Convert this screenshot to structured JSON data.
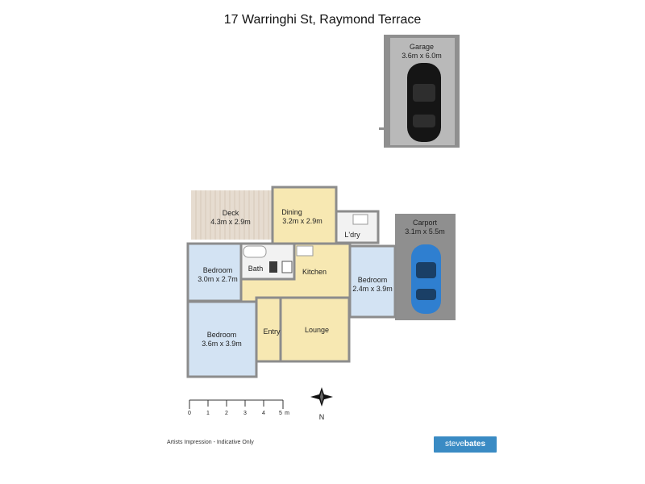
{
  "title": "17 Warringhi St, Raymond Terrace",
  "rooms": {
    "garage": {
      "name": "Garage",
      "size": "3.6m x 6.0m"
    },
    "deck": {
      "name": "Deck",
      "size": "4.3m x 2.9m"
    },
    "dining": {
      "name": "Dining",
      "size": "3.2m x 2.9m"
    },
    "laundry": {
      "name": "L'dry"
    },
    "carport": {
      "name": "Carport",
      "size": "3.1m x 5.5m"
    },
    "bedroom1": {
      "name": "Bedroom",
      "size": "3.0m x 2.7m"
    },
    "bath": {
      "name": "Bath"
    },
    "kitchen": {
      "name": "Kitchen"
    },
    "bedroom2": {
      "name": "Bedroom",
      "size": "2.4m x 3.9m"
    },
    "bedroom3": {
      "name": "Bedroom",
      "size": "3.6m x 3.9m"
    },
    "entry": {
      "name": "Entry"
    },
    "lounge": {
      "name": "Lounge"
    }
  },
  "scale": {
    "ticks": [
      "0",
      "1",
      "2",
      "3",
      "4",
      "5"
    ],
    "unit": "m"
  },
  "compass": {
    "label": "N"
  },
  "footer": {
    "note": "Artists Impression - Indicative Only",
    "brand_a": "steve",
    "brand_b": "bates"
  },
  "colors": {
    "room_blue": "#d3e3f3",
    "room_yellow": "#f7e8b2",
    "wall": "#8c8c8c",
    "slab": "#8f8f8f",
    "deck": "#e6dcd0",
    "car_dark": "#151515",
    "car_blue": "#2f7fd0",
    "brand": "#3a8bc4"
  }
}
